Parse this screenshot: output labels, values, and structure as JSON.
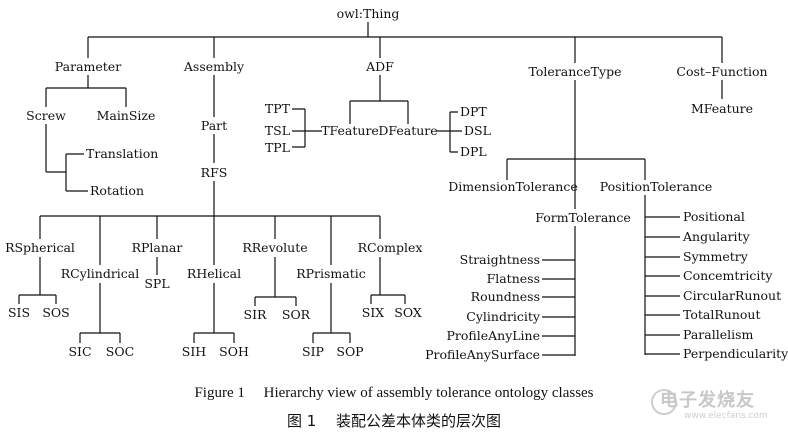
{
  "nodes": {
    "root": "owl:Thing",
    "parameter": "Parameter",
    "assembly": "Assembly",
    "adf": "ADF",
    "tolerance_type": "ToleranceType",
    "cost_function": "Cost–Function",
    "screw": "Screw",
    "main_size": "MainSize",
    "translation": "Translation",
    "rotation": "Rotation",
    "part": "Part",
    "rfs": "RFS",
    "tpt": "TPT",
    "tsl": "TSL",
    "tpl": "TPL",
    "tfeature": "TFeature",
    "dfeature": "DFeature",
    "dpt": "DPT",
    "dsl": "DSL",
    "dpl": "DPL",
    "mfeature": "MFeature",
    "dimension_tolerance": "DimensionTolerance",
    "position_tolerance": "PositionTolerance",
    "form_tolerance": "FormTolerance",
    "rspherical": "RSpherical",
    "rcylindrical": "RCylindrical",
    "rplanar": "RPlanar",
    "rhelical": "RHelical",
    "rrevolute": "RRevolute",
    "rprismatic": "RPrismatic",
    "rcomplex": "RComplex",
    "sis": "SIS",
    "sos": "SOS",
    "sic": "SIC",
    "soc": "SOC",
    "spl": "SPL",
    "sih": "SIH",
    "soh": "SOH",
    "sir": "SIR",
    "sor": "SOR",
    "sip": "SIP",
    "sop": "SOP",
    "six": "SIX",
    "sox": "SOX",
    "straightness": "Straightness",
    "flatness": "Flatness",
    "roundness": "Roundness",
    "cylindricity": "Cylindricity",
    "profile_any_line": "ProfileAnyLine",
    "profile_any_surface": "ProfileAnySurface",
    "positional": "Positional",
    "angularity": "Angularity",
    "symmetry": "Symmetry",
    "concemtricity": "Concemtricity",
    "circular_runout": "CircularRunout",
    "total_runout": "TotalRunout",
    "parallelism": "Parallelism",
    "perpendicularity": "Perpendicularity"
  },
  "caption": {
    "english": "Figure 1  Hierarchy view of assembly tolerance ontology classes",
    "chinese": "图 1　 装配公差本体类的层次图"
  },
  "watermark": {
    "text": "电子发烧友",
    "url": "www.elecfans.com"
  }
}
